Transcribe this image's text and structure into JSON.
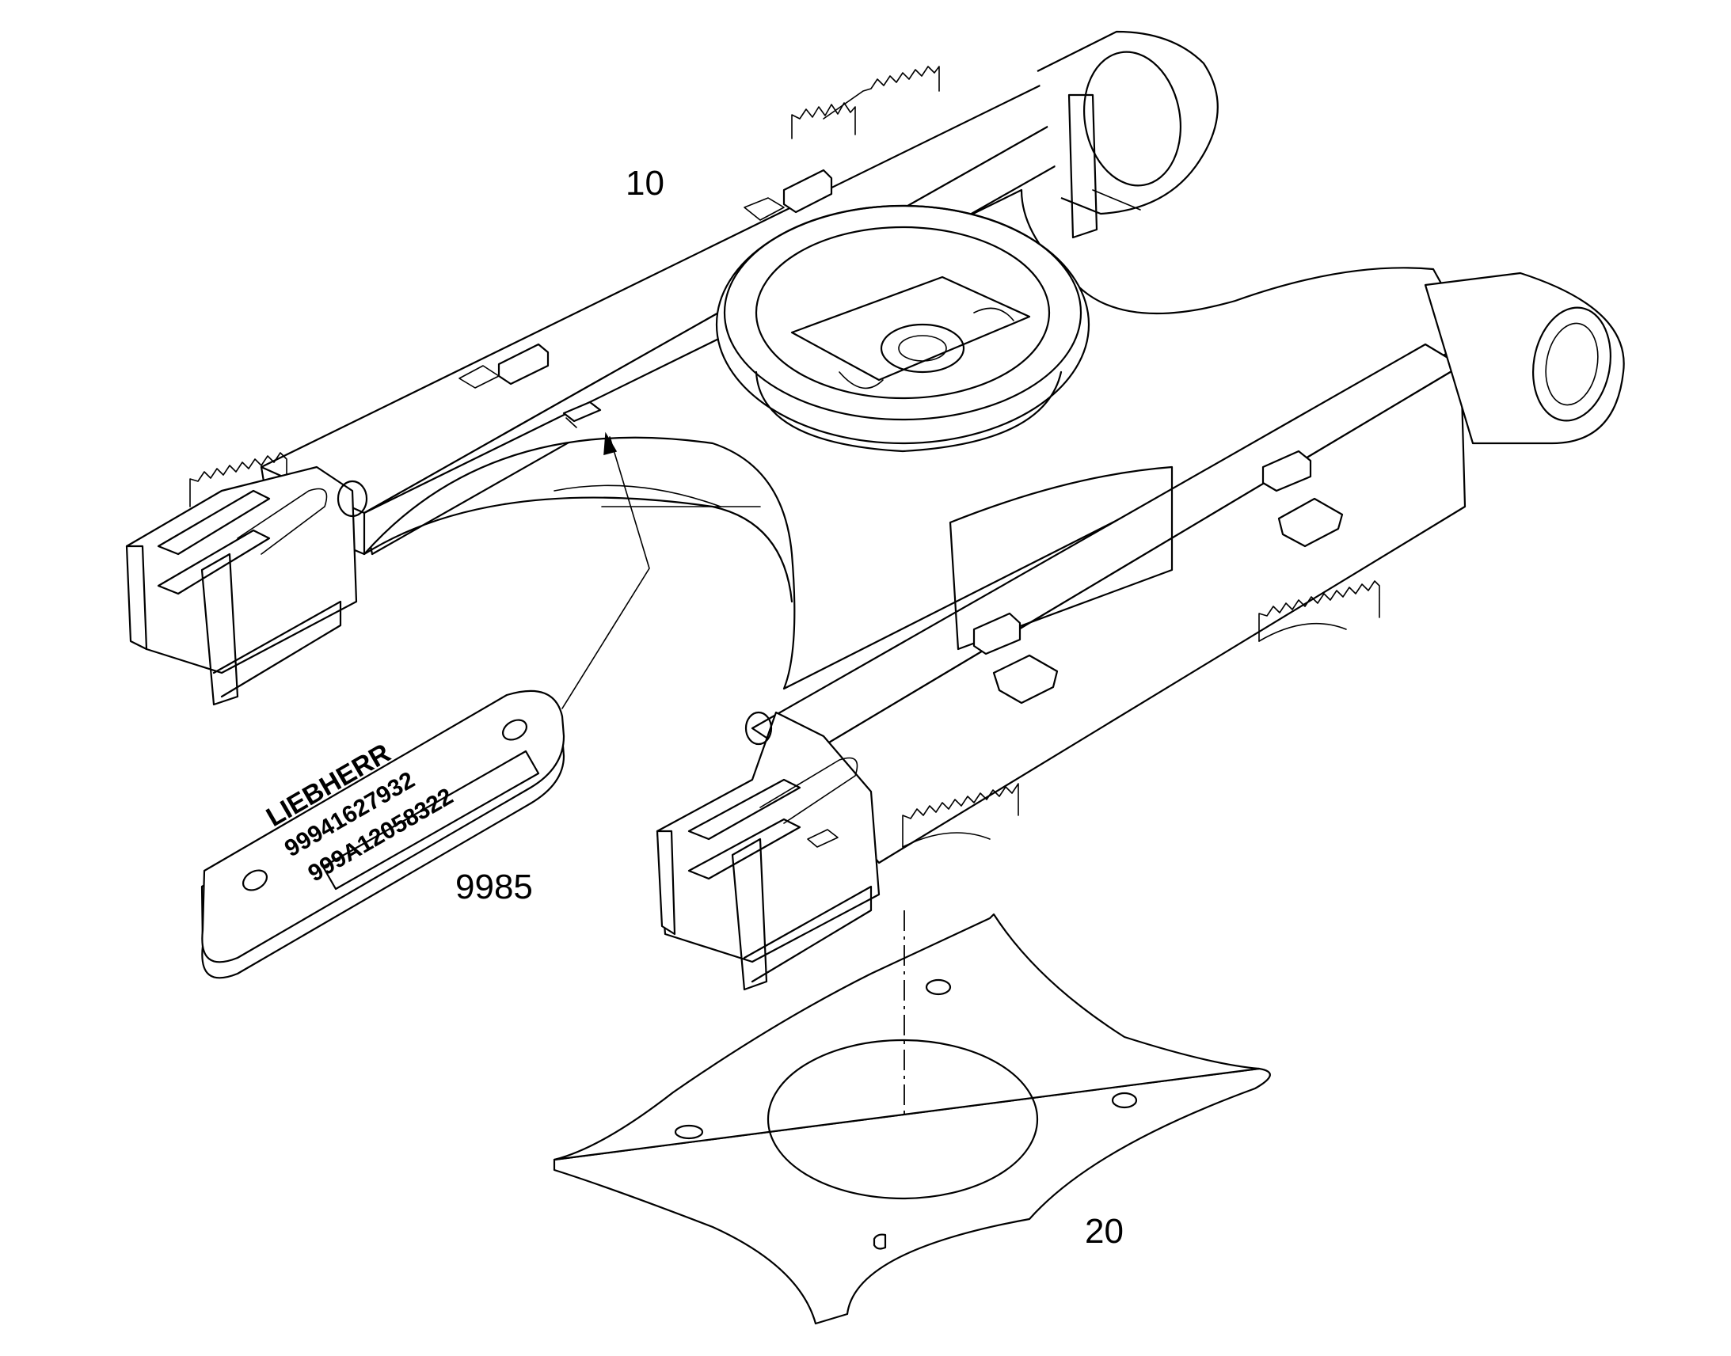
{
  "callouts": {
    "frame": "10",
    "plate": "20",
    "nameplate": "9985"
  },
  "nameplate": {
    "brand": "LIEBHERR",
    "line1": "99941627932",
    "line2": "999A12058322"
  },
  "colors": {
    "ink": "#000000",
    "paper": "#ffffff"
  }
}
